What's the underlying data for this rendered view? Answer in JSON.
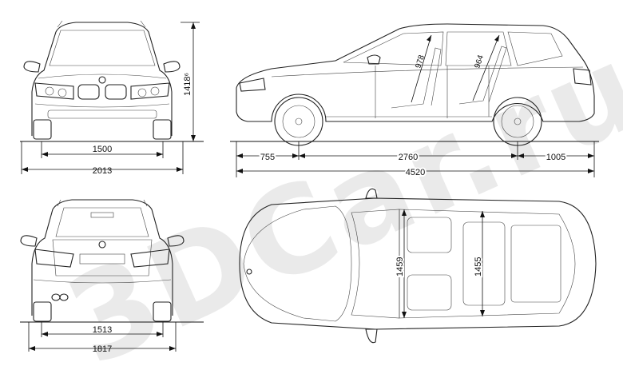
{
  "watermark": "3DCar.ru",
  "front_view": {
    "height_label": "1418⁶",
    "track_label": "1500",
    "width_label": "2013"
  },
  "side_view": {
    "front_overhang_label": "755",
    "wheelbase_label": "2760",
    "rear_overhang_label": "1005",
    "length_label": "4520",
    "front_headroom_label": "978",
    "rear_headroom_label": "964"
  },
  "rear_view": {
    "track_label": "1513",
    "width_label": "1817"
  },
  "top_view": {
    "front_shoulder_label": "1459",
    "rear_shoulder_label": "1455"
  },
  "colors": {
    "line": "#222222",
    "watermark": "#d9d9d9",
    "background": "#ffffff"
  }
}
